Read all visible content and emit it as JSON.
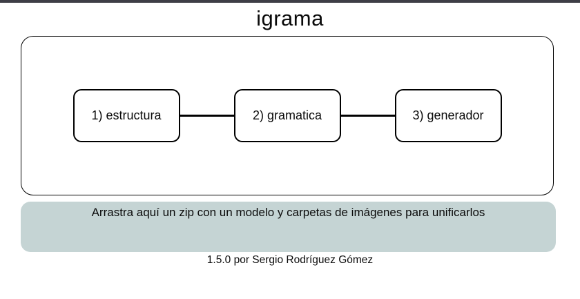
{
  "header": {
    "title": "igrama",
    "top_bar_color": "#3e3e46"
  },
  "workflow": {
    "steps": [
      {
        "label": "1) estructura"
      },
      {
        "label": "2) gramatica"
      },
      {
        "label": "3) generador"
      }
    ]
  },
  "dropzone": {
    "label": "Arrastra aquí un zip con un modelo y carpetas de imágenes para unificarlos",
    "background": "#c5d4d4"
  },
  "footer": {
    "version_credit": "1.5.0 por Sergio Rodríguez Gómez"
  }
}
